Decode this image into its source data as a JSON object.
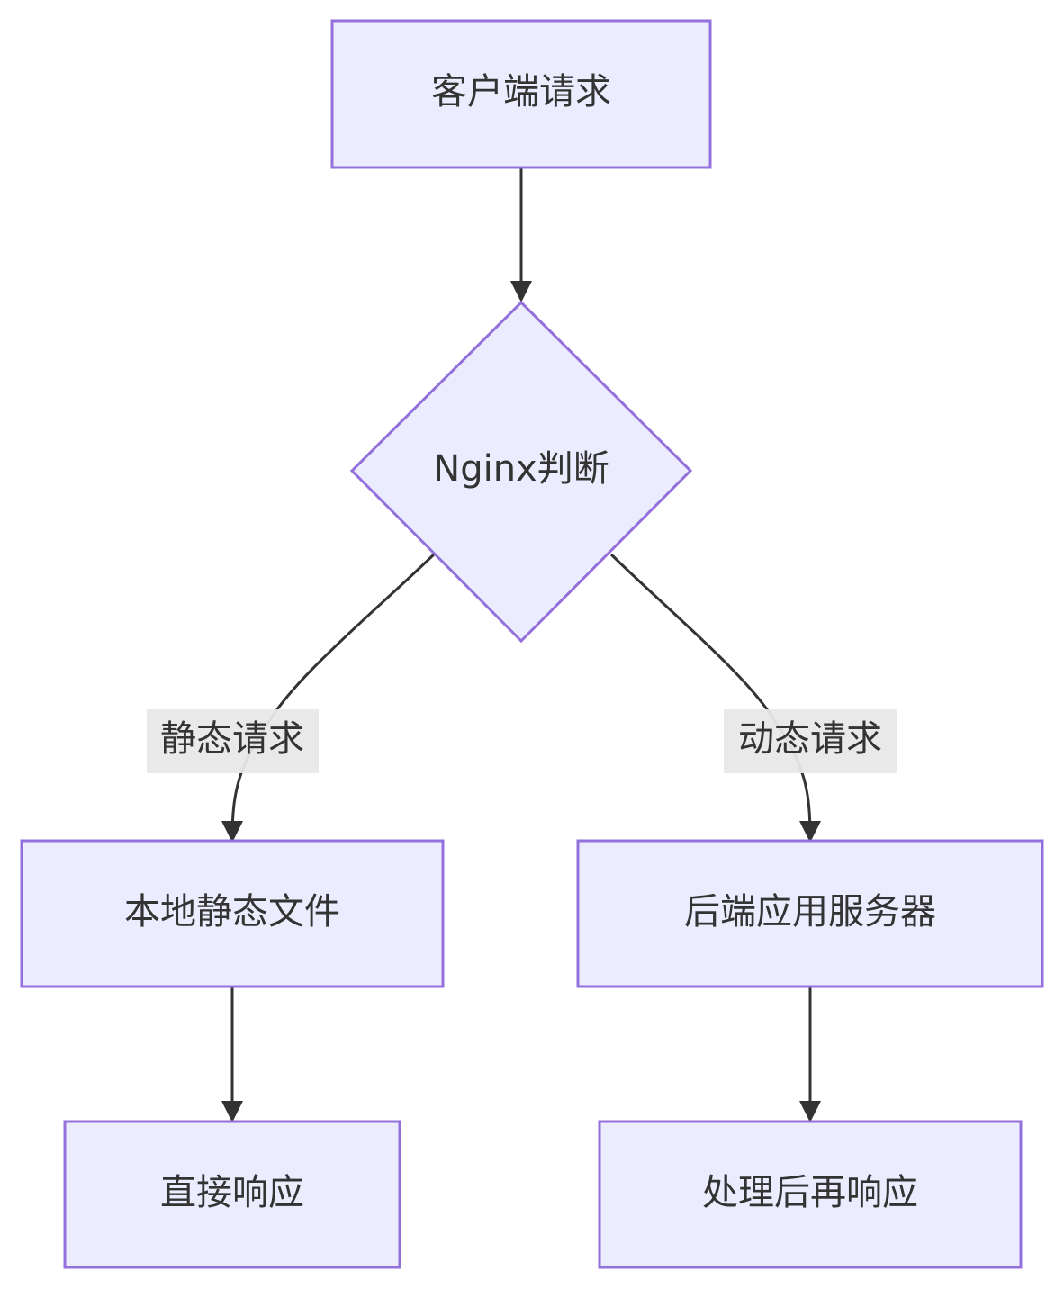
{
  "colors": {
    "node_fill": "#ECECFF",
    "node_stroke": "#9370DB",
    "edge": "#333333",
    "label_bg": "#E8E8E8",
    "text": "#333333"
  },
  "nodes": {
    "client_request": "客户端请求",
    "nginx_decision": "Nginx判断",
    "local_static": "本地静态文件",
    "backend_server": "后端应用服务器",
    "direct_response": "直接响应",
    "process_response": "处理后再响应"
  },
  "edges": {
    "static_label": "静态请求",
    "dynamic_label": "动态请求"
  }
}
